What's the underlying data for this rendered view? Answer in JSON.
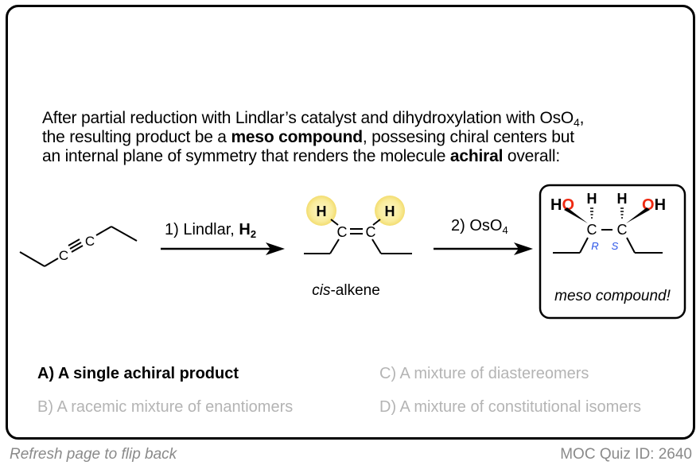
{
  "question": {
    "line1_a": "After partial reduction with Lindlar’s catalyst and dihydroxylation with OsO",
    "line1_sub": "4",
    "line1_b": ",",
    "line2_a": "the resulting product be a ",
    "line2_bold": "meso compound",
    "line2_b": ", possesing chiral centers but",
    "line3_a": "an internal plane of symmetry that renders the molecule ",
    "line3_bold": "achiral",
    "line3_b": " overall:"
  },
  "scheme": {
    "starting_material": {
      "atom1": "C",
      "atom2": "C",
      "bond": "triple"
    },
    "step1": {
      "label": "1) Lindlar, ",
      "reagent": "H",
      "reagent_sub": "2"
    },
    "intermediate": {
      "h_left": "H",
      "h_right": "H",
      "c_left": "C",
      "c_right": "C",
      "caption_italic": "cis",
      "caption_rest": "-alkene",
      "highlight_color": "#f6e57f"
    },
    "step2": {
      "label": "2) OsO",
      "label_sub": "4"
    },
    "product": {
      "ho_h": "H",
      "ho_o": "O",
      "oh_o": "O",
      "oh_h": "H",
      "h_left": "H",
      "h_right": "H",
      "c_left": "C",
      "c_right": "C",
      "bond": "–",
      "stereo_left": "R",
      "stereo_right": "S",
      "caption": "meso compound!",
      "oxygen_color": "#ee2a12",
      "stereo_color": "#2b55e8"
    }
  },
  "options": [
    {
      "label": "A) A single achiral product",
      "state": "correct"
    },
    {
      "label": "B) A racemic mixture of enantiomers",
      "state": "dim"
    },
    {
      "label": "C) A mixture of diastereomers",
      "state": "dim"
    },
    {
      "label": "D) A mixture of constitutional isomers",
      "state": "dim"
    }
  ],
  "footer": {
    "hint": "Refresh page to flip back",
    "quiz_id": "MOC Quiz ID: 2640"
  }
}
